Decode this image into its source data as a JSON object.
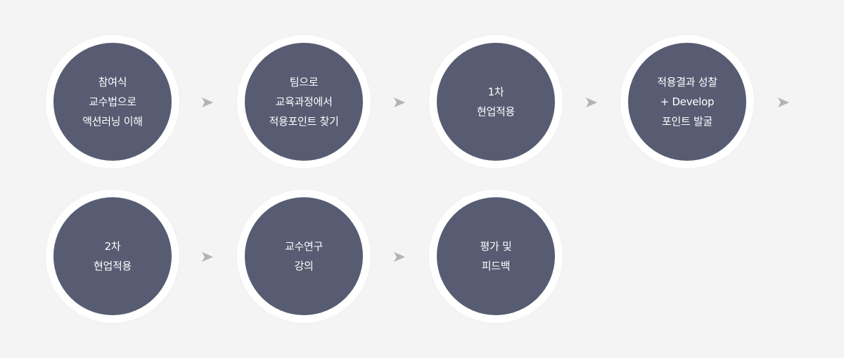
{
  "steps": [
    {
      "lines": [
        "참여식",
        "교수법으로",
        "액션러닝 이해"
      ]
    },
    {
      "lines": [
        "팀으로",
        "교육과정에서",
        "적용포인트 찾기"
      ]
    },
    {
      "lines": [
        "1차",
        "현업적용"
      ]
    },
    {
      "lines": [
        "적용결과 성찰",
        "+ Develop",
        "포인트 발굴"
      ]
    },
    {
      "lines": [
        "2차",
        "현업적용"
      ]
    },
    {
      "lines": [
        "교수연구",
        "강의"
      ]
    },
    {
      "lines": [
        "평가 및",
        "피드백"
      ]
    }
  ],
  "colors": {
    "background": "#f4f4f4",
    "circle_fill": "#575c72",
    "circle_ring": "#ffffff",
    "arrow": "#b3b3b3",
    "text": "#ffffff"
  },
  "icons": {
    "arrow": "arrow-right-icon"
  }
}
